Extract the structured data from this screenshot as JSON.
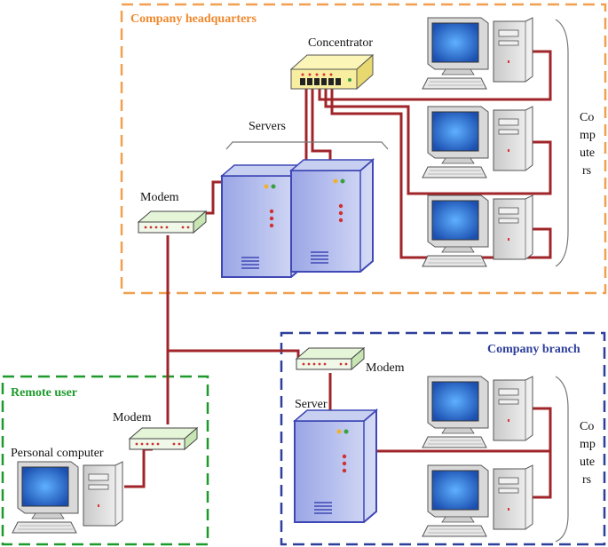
{
  "regions": {
    "headquarters": {
      "title": "Company headquarters",
      "color": "#f0a050"
    },
    "branch": {
      "title": "Company branch",
      "color": "#2e3f9b"
    },
    "remote": {
      "title": "Remote user",
      "color": "#1e9a2c"
    }
  },
  "labels": {
    "concentrator": "Concentrator",
    "servers": "Servers",
    "modem_hq": "Modem",
    "modem_branch": "Modem",
    "modem_remote": "Modem",
    "server_branch": "Server",
    "personal_computer": "Personal computer",
    "computers_hq": [
      "Co",
      "mp",
      "ute",
      "rs"
    ],
    "computers_branch": [
      "Co",
      "mp",
      "ute",
      "rs"
    ]
  },
  "colors": {
    "cable": "#a0252a",
    "server_fill": "#b8c2ee",
    "server_stroke": "#4a56b8",
    "concentrator_fill": "#f6f0a0",
    "modem_fill": "#d8f0c8",
    "screen": "#1f5fc0"
  }
}
